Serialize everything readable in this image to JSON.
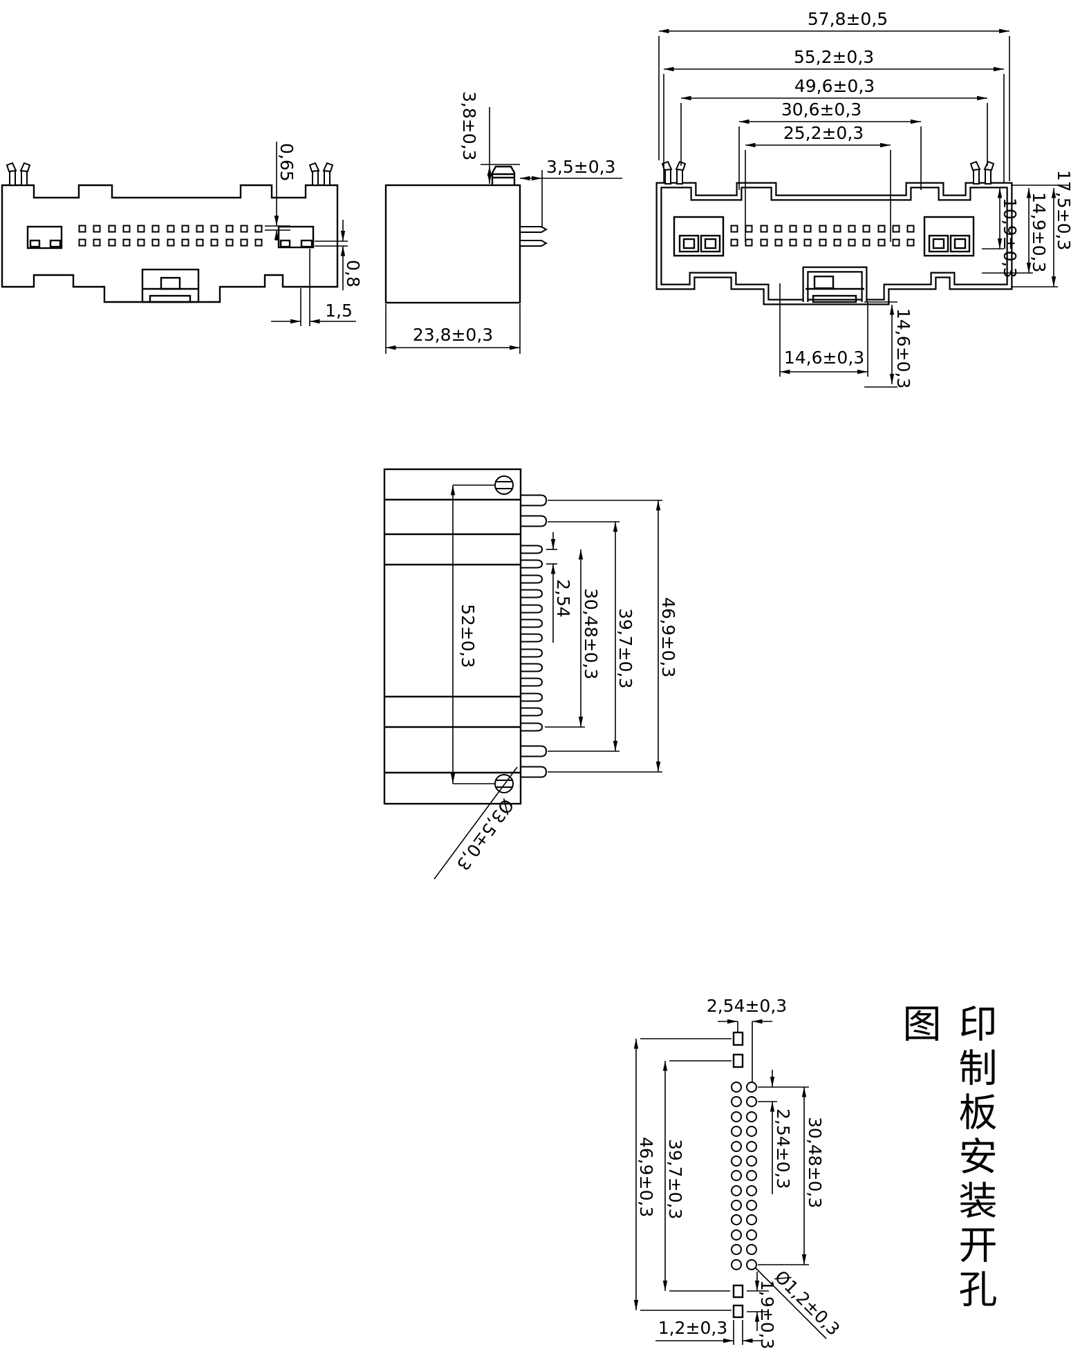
{
  "page": {
    "background": "#ffffff",
    "line_color": "#000000"
  },
  "caption": {
    "text": "印制板安装开孔图"
  },
  "views": {
    "front": {
      "dims": {
        "pin_offset": "0,65",
        "slot_height": "0,8",
        "edge_gap": "1,5"
      }
    },
    "side": {
      "dims": {
        "peg_height": "3,8±0,3",
        "pin_length": "3,5±0,3",
        "body_width": "23,8±0,3"
      }
    },
    "front_dim": {
      "dims": {
        "overall_width": "57,8±0,5",
        "inner_width": "55,2±0,3",
        "latch_span": "49,6±0,3",
        "tab_span": "30,6±0,3",
        "window_width": "25,2±0,3",
        "upper_height": "10,9±0,3",
        "mid_height": "14,9±0,3",
        "total_height": "17,5±0,3",
        "key_offset": "14,6±0,3",
        "key_drop": "14,6±0,3"
      }
    },
    "bottom": {
      "dims": {
        "peg_span": "52±0,3",
        "pin_pitch": "2,54",
        "pin_span": "30,48±0,3",
        "mid_span": "39,7±0,3",
        "outer_span": "46,9±0,3",
        "peg_dia": "Ø3,5±0,3"
      }
    },
    "pcb": {
      "dims": {
        "col_pitch": "2,54±0,3",
        "hole_pitch": "2,54±0,3",
        "hole_span": "30,48±0,3",
        "mid_span": "39,7±0,3",
        "outer_span": "46,9±0,3",
        "hole_dia": "Ø1,2±0,3",
        "slot_gap": "1,9±0,3",
        "slot_width": "1,2±0,3"
      }
    }
  }
}
